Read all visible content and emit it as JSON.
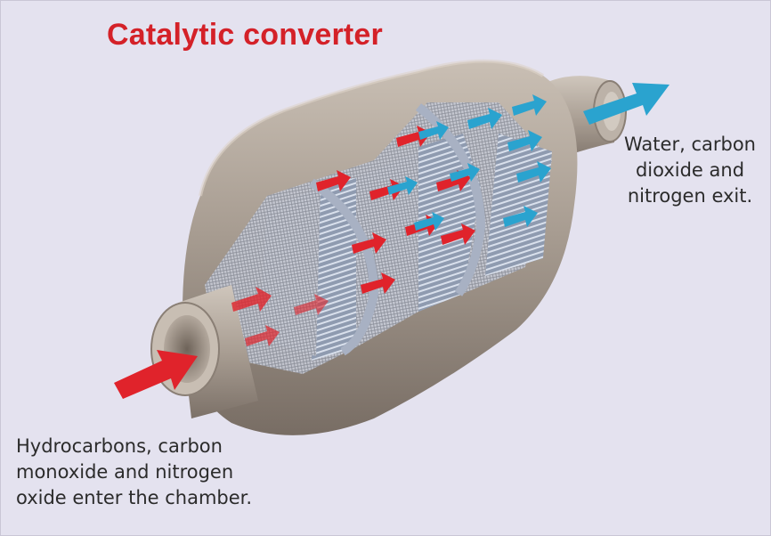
{
  "diagram": {
    "title": "Catalytic converter",
    "exit_caption": "Water, carbon\ndioxide and\nnitrogen exit.",
    "enter_caption": "Hydrocarbons, carbon\nmonoxide and nitrogen\noxide enter the chamber."
  },
  "colors": {
    "title": "#d42128",
    "background": "#e4e2ef",
    "shell": "#a59a8f",
    "inlet_arrow": "#e0232b",
    "outlet_arrow": "#2aa3cf",
    "honeycomb": "#8e9db5"
  }
}
